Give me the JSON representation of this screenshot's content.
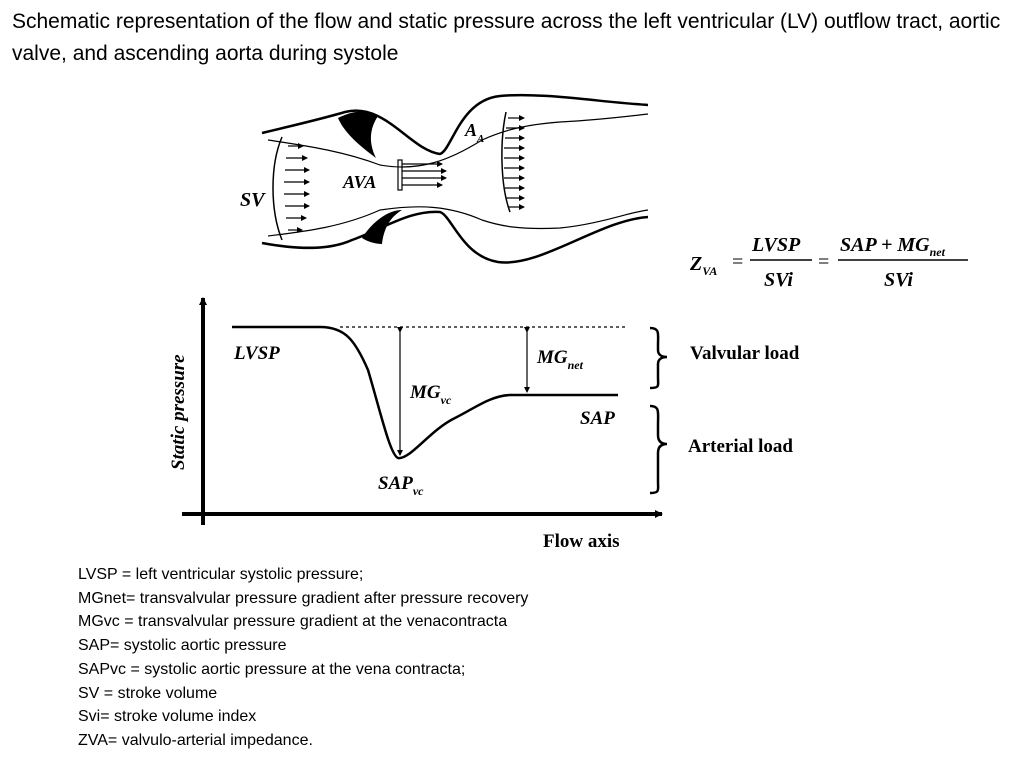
{
  "title": "Schematic representation of the flow and static pressure across the left ventricular (LV) outflow tract, aortic valve, and ascending aorta during systole",
  "figure": {
    "labels": {
      "sv": "SV",
      "ava": "AVA",
      "aa_main": "A",
      "aa_sub": "A",
      "lvsp": "LVSP",
      "mg_vc_main": "MG",
      "mg_vc_sub": "vc",
      "mg_net_main": "MG",
      "mg_net_sub": "net",
      "sap": "SAP",
      "sap_vc_main": "SAP",
      "sap_vc_sub": "vc",
      "y_axis": "Static pressure",
      "x_axis": "Flow axis",
      "valvular_load": "Valvular load",
      "arterial_load": "Arterial load"
    },
    "equation": {
      "lhs_main": "Z",
      "lhs_sub": "VA",
      "eq": "=",
      "num1": "LVSP",
      "den1": "SVi",
      "num2_main": "SAP + MG",
      "num2_sub": "net",
      "den2": "SVi"
    }
  },
  "definitions": [
    " LVSP = left ventricular systolic pressure;",
    "MGnet=  transvalvular pressure gradient after pressure recovery",
    "MGvc = transvalvular pressure gradient at the venacontracta",
    "SAP=  systolic aortic pressure",
    " SAPvc = systolic aortic pressure at the vena contracta;",
    "SV = stroke volume",
    "Svi=  stroke volume index",
    " ZVA= valvulo-arterial impedance."
  ]
}
